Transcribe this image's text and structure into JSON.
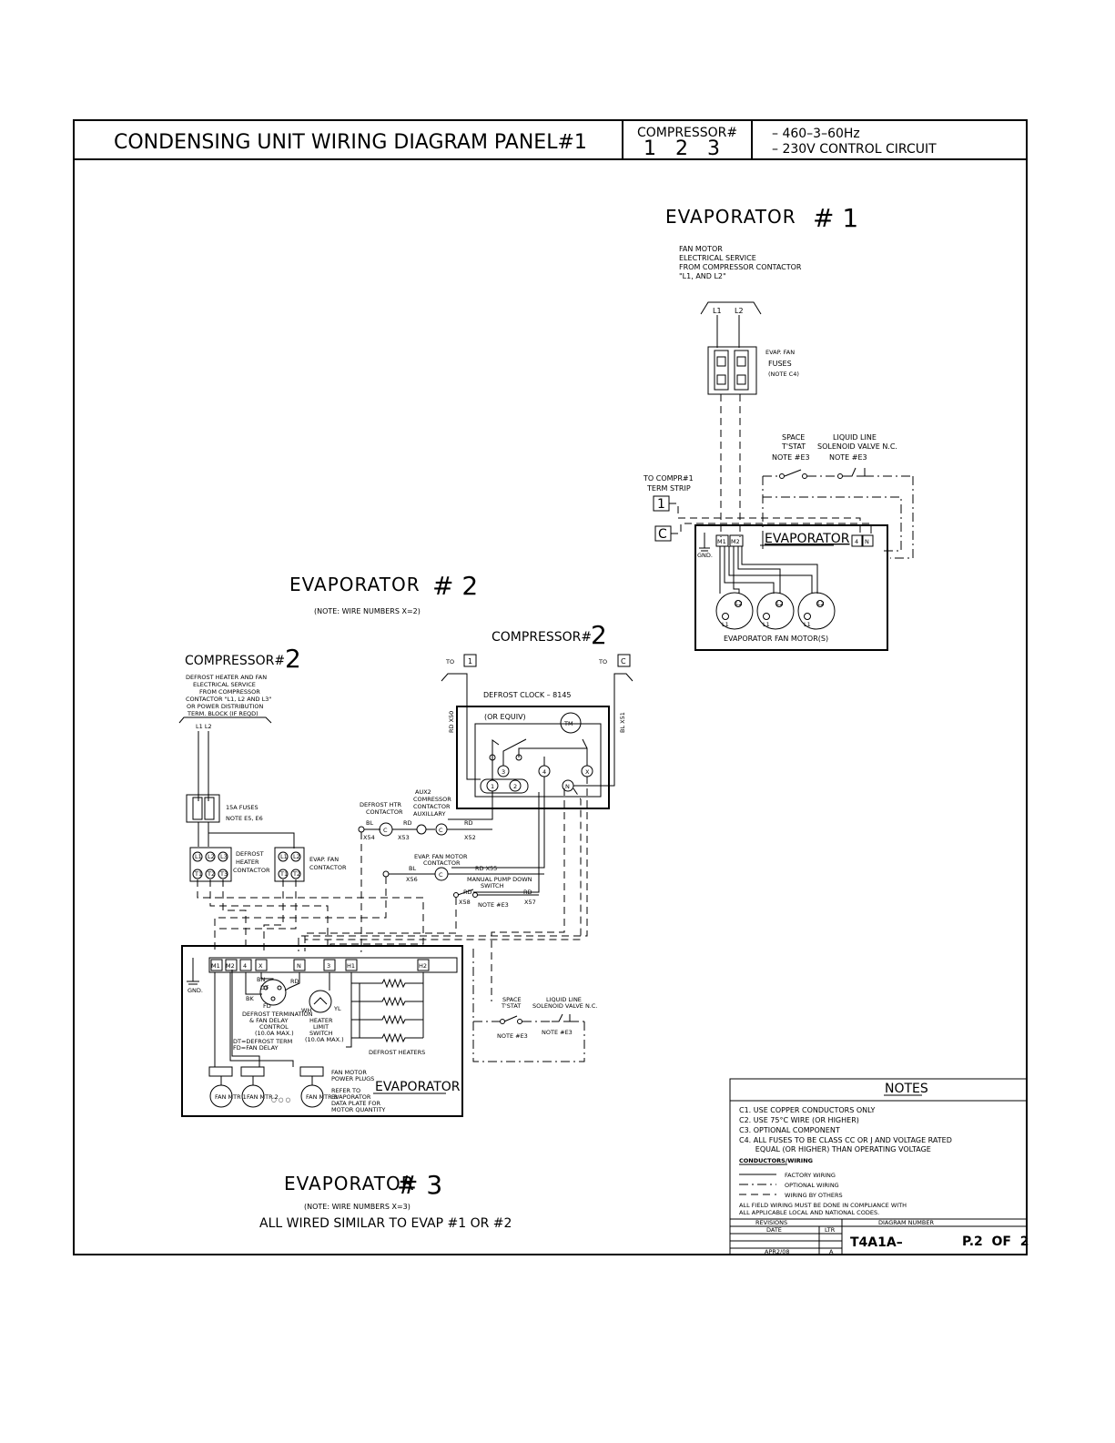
{
  "title_block": {
    "title": "CONDENSING UNIT WIRING DIAGRAM PANEL#1",
    "compressor_label": "COMPRESSOR#",
    "compressor_numbers": "1   2   3",
    "power_spec": "– 460–3–60Hz",
    "control_spec": "– 230V CONTROL CIRCUIT"
  },
  "evap1": {
    "heading": "EVAPORATOR",
    "heading_num": "# 1",
    "fan_service_note": [
      "FAN MOTOR",
      "ELECTRICAL SERVICE",
      "FROM COMPRESSOR CONTACTOR",
      "\"L1,  AND L2\""
    ],
    "l1": "L1",
    "l2": "L2",
    "fuse_label": [
      "EVAP. FAN",
      "FUSES",
      "(NOTE C4)"
    ],
    "space_tstat": [
      "SPACE",
      "T'STAT",
      "NOTE #E3"
    ],
    "liquid_line": [
      "LIQUID LINE",
      "SOLENOID VALVE N.C.",
      "NOTE #E3"
    ],
    "to_compr": [
      "TO COMPR#1",
      "TERM STRIP"
    ],
    "term_1": "1",
    "term_c": "C",
    "gnd": "GND.",
    "m1": "M1",
    "m2": "M2",
    "t4": "4",
    "tn": "N",
    "box_title": "EVAPORATOR",
    "fan_motors_label": "EVAPORATOR FAN MOTOR(S)",
    "motor_l1": "L1",
    "motor_l2": "L2"
  },
  "evap2": {
    "heading": "EVAPORATOR",
    "heading_num": "# 2",
    "note": "(NOTE: WIRE NUMBERS X=2)",
    "compressor_left": "COMPRESSOR#",
    "compressor_left_num": "2",
    "compressor_right": "COMPRESSOR#",
    "compressor_right_num": "2",
    "service_note": [
      "DEFROST HEATER AND FAN",
      "ELECTRICAL SERVICE",
      "FROM COMPRESSOR",
      "CONTACTOR \"L1, L2 AND L3\"",
      "OR POWER DISTRIBUTION",
      "TERM. BLOCK (IF REQD)"
    ],
    "l1l2": "L1  L2",
    "fuses": [
      "15A FUSES",
      "NOTE E5, E6"
    ],
    "defrost_contactor": [
      "DEFROST",
      "HEATER",
      "CONTACTOR"
    ],
    "evap_fan_contactor": [
      "EVAP. FAN",
      "CONTACTOR"
    ],
    "to_1": "TO",
    "to_1_box": "1",
    "to_c": "TO",
    "to_c_box": "C",
    "defrost_clock": "DEFROST CLOCK – 8145",
    "or_equiv": "(OR EQUIV)",
    "tm": "TM",
    "rd_x50": "RD X50",
    "bl_x51": "BL X51",
    "clock_terms": [
      "1",
      "2",
      "3",
      "4",
      "X",
      "N"
    ],
    "defrost_htr_contactor": [
      "DEFROST HTR",
      "CONTACTOR"
    ],
    "aux2": [
      "AUX2",
      "COMRESSOR",
      "CONTACTOR",
      "AUXILLARY"
    ],
    "bl": "BL",
    "rd": "RD",
    "x54": "X54",
    "x53": "X53",
    "x52": "X52",
    "evap_fan_motor_contactor": [
      "EVAP. FAN MOTOR",
      "CONTACTOR"
    ],
    "x55": "RD X55",
    "x56": "X56",
    "pump_down": [
      "MANUAL PUMP DOWN",
      "SWITCH"
    ],
    "x58": "X58",
    "x57": "X57",
    "note_e3": "NOTE #E3",
    "c": "C",
    "contact_terms": [
      "L1",
      "L2",
      "L3",
      "T1",
      "T2",
      "T3"
    ],
    "evap_terms": [
      "M1",
      "M2",
      "4",
      "X",
      "N",
      "3",
      "H1",
      "H2"
    ],
    "gnd": "GND.",
    "wire_colors": [
      "BN",
      "DT",
      "RD",
      "BK",
      "FD",
      "WH",
      "YL"
    ],
    "defrost_termination": [
      "DEFROST TERMINATION",
      "& FAN DELAY",
      "CONTROL",
      "(10.0A MAX.)"
    ],
    "dt_fd": [
      "DT=DEFROST TERM",
      "FD=FAN DELAY"
    ],
    "heater_limit": [
      "HEATER",
      "LIMIT",
      "SWITCH",
      "(10.0A MAX.)"
    ],
    "defrost_heaters": "DEFROST HEATERS",
    "space_tstat": [
      "SPACE",
      "T'STAT",
      "NOTE #E3"
    ],
    "liquid_line": [
      "LIQUID LINE",
      "SOLENOID VALVE N.C.",
      "NOTE #E3"
    ],
    "fan_plugs": [
      "FAN MOTOR",
      "POWER PLUGS"
    ],
    "refer_to": [
      "REFER TO",
      "EVAPORATOR",
      "DATA PLATE FOR",
      "MOTOR QUANTITY"
    ],
    "box_title": "EVAPORATOR",
    "fan_mtr_labels": [
      "FAN MTR 1",
      "FAN MTR 2",
      "FAN MTR 8"
    ],
    "ellipsis": "○ ○ ○"
  },
  "evap3": {
    "heading": "EVAPORATOR",
    "heading_num": "# 3",
    "note": "(NOTE: WIRE NUMBERS X=3)",
    "similar": "ALL WIRED SIMILAR TO EVAP #1 OR #2"
  },
  "notes": {
    "heading": "NOTES",
    "items": [
      "C1.  USE COPPER CONDUCTORS ONLY",
      "C2.  USE 75°C WIRE (OR HIGHER)",
      "C3.  OPTIONAL COMPONENT",
      "C4.  ALL FUSES TO BE CLASS CC OR J AND VOLTAGE RATED",
      "       EQUAL (OR HIGHER) THAN OPERATING VOLTAGE"
    ],
    "conductors_heading": "CONDUCTORS/WIRING",
    "legend": [
      "FACTORY WIRING",
      "OPTIONAL WIRING",
      "WIRING BY OTHERS"
    ],
    "field_wiring": [
      "ALL FIELD WIRING MUST BE DONE IN COMPLIANCE WITH",
      "ALL APPLICABLE LOCAL AND NATIONAL CODES."
    ]
  },
  "revision_block": {
    "revisions": "REVISIONS",
    "diagram_number": "DIAGRAM NUMBER",
    "date_label": "DATE",
    "ltr_label": "LTR",
    "date": "APR2/08",
    "ltr": "A",
    "number": "T4A1A–",
    "page": "P.2  OF  2"
  }
}
